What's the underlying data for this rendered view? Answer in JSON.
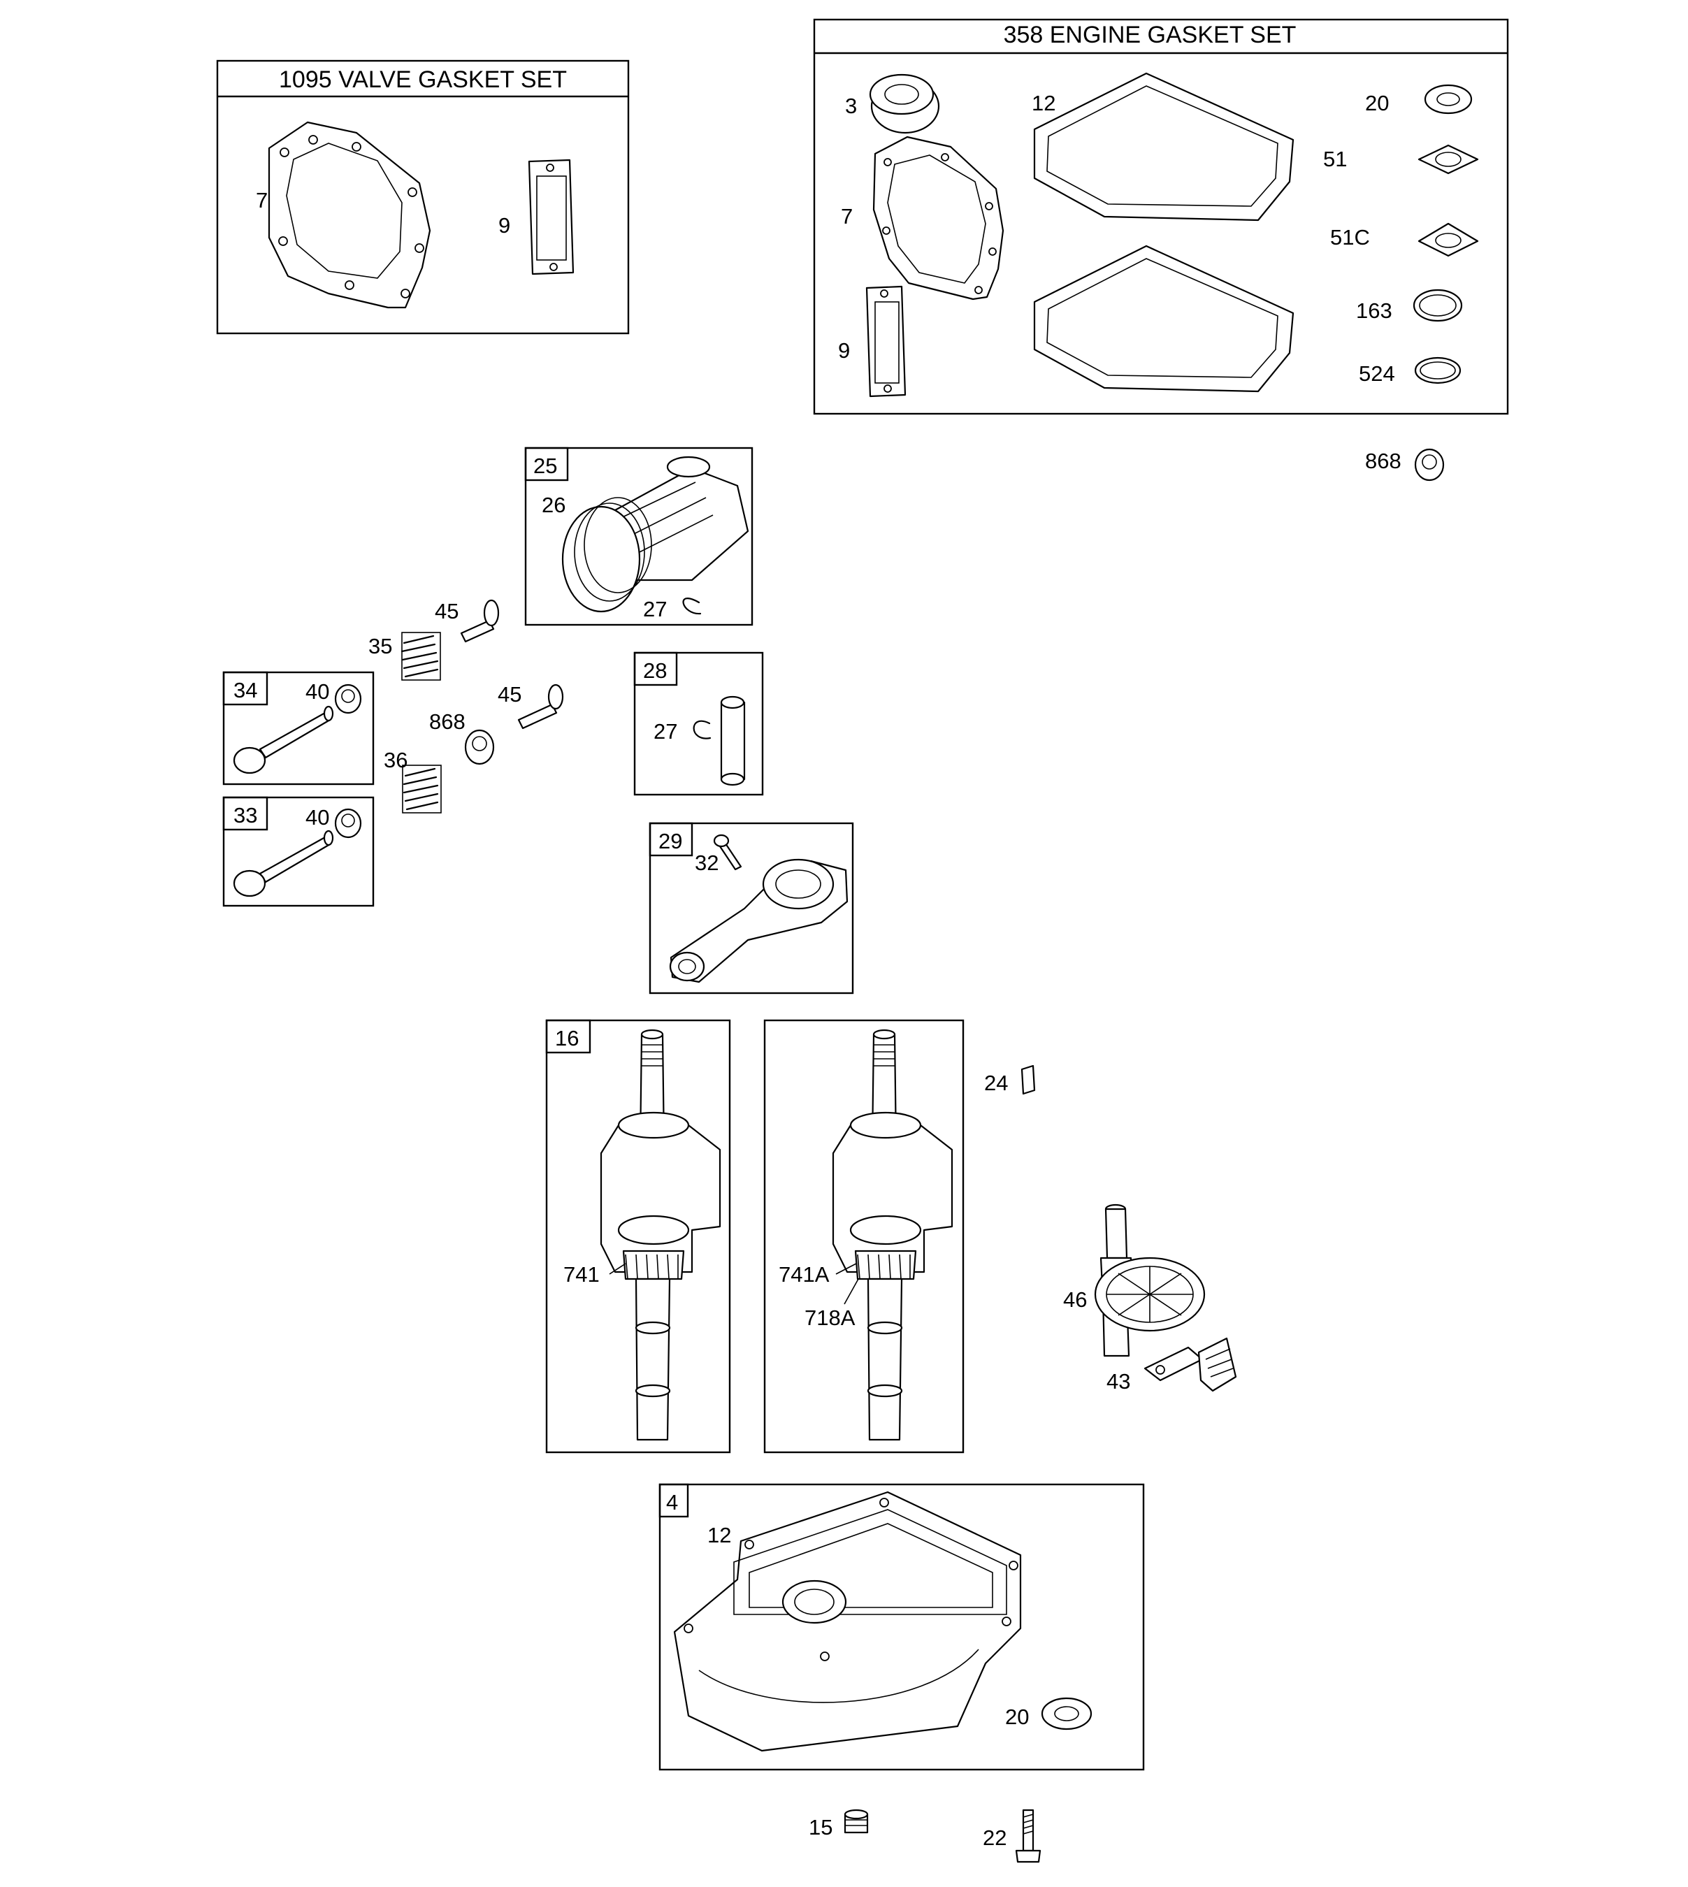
{
  "sets": {
    "valve_gasket_set": "1095 VALVE GASKET SET",
    "engine_gasket_set": "358 ENGINE GASKET SET"
  },
  "labels": {
    "vg_7": "7",
    "vg_9": "9",
    "eg_3": "3",
    "eg_12": "12",
    "eg_20": "20",
    "eg_51": "51",
    "eg_7": "7",
    "eg_51c": "51C",
    "eg_163": "163",
    "eg_9": "9",
    "eg_524": "524",
    "p_868_top": "868",
    "b_25": "25",
    "p_26": "26",
    "p_27a": "27",
    "p_45a": "45",
    "p_35": "35",
    "b_34": "34",
    "p_40a": "40",
    "p_45b": "45",
    "p_868b": "868",
    "p_36": "36",
    "b_33": "33",
    "p_40b": "40",
    "b_28": "28",
    "p_27b": "27",
    "b_29": "29",
    "p_32": "32",
    "b_16": "16",
    "p_741": "741",
    "p_741a": "741A",
    "p_718a": "718A",
    "p_24": "24",
    "p_46": "46",
    "p_43": "43",
    "b_4": "4",
    "p_12": "12",
    "p_20": "20",
    "p_15": "15",
    "p_22": "22"
  }
}
